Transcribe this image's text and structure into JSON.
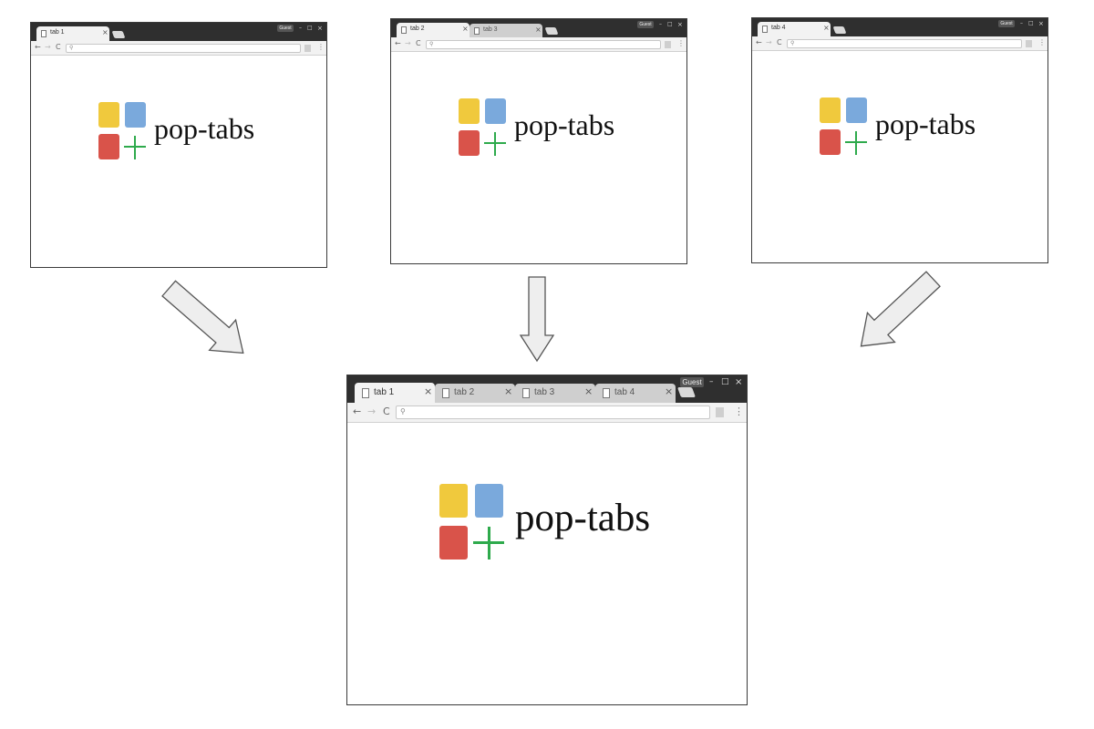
{
  "logo": {
    "text": "pop-tabs",
    "colors": {
      "yellow": "#f0c93d",
      "blue": "#7aa9dc",
      "red": "#d9534a",
      "green": "#2eaa4c"
    }
  },
  "windows": [
    {
      "id": "window-1",
      "tabs": [
        "tab 1"
      ],
      "guest": "Guest",
      "close_glyph": "×"
    },
    {
      "id": "window-2",
      "tabs": [
        "tab 2",
        "tab 3"
      ],
      "guest": "Guest",
      "close_glyph": "×"
    },
    {
      "id": "window-3",
      "tabs": [
        "tab 4"
      ],
      "guest": "Guest",
      "close_glyph": "×"
    },
    {
      "id": "merged-window",
      "tabs": [
        "tab 1",
        "tab 2",
        "tab 3",
        "tab 4"
      ],
      "guest": "Guest",
      "close_glyph": "×"
    }
  ],
  "window_controls": {
    "minimize": "–",
    "maximize": "□",
    "close": "×"
  },
  "nav": {
    "back": "←",
    "forward": "→",
    "reload": "C"
  },
  "icons": {
    "search": "search-icon",
    "menu": "menu-dots-icon",
    "doc": "page-icon"
  },
  "arrow_color": "#eeeeee"
}
